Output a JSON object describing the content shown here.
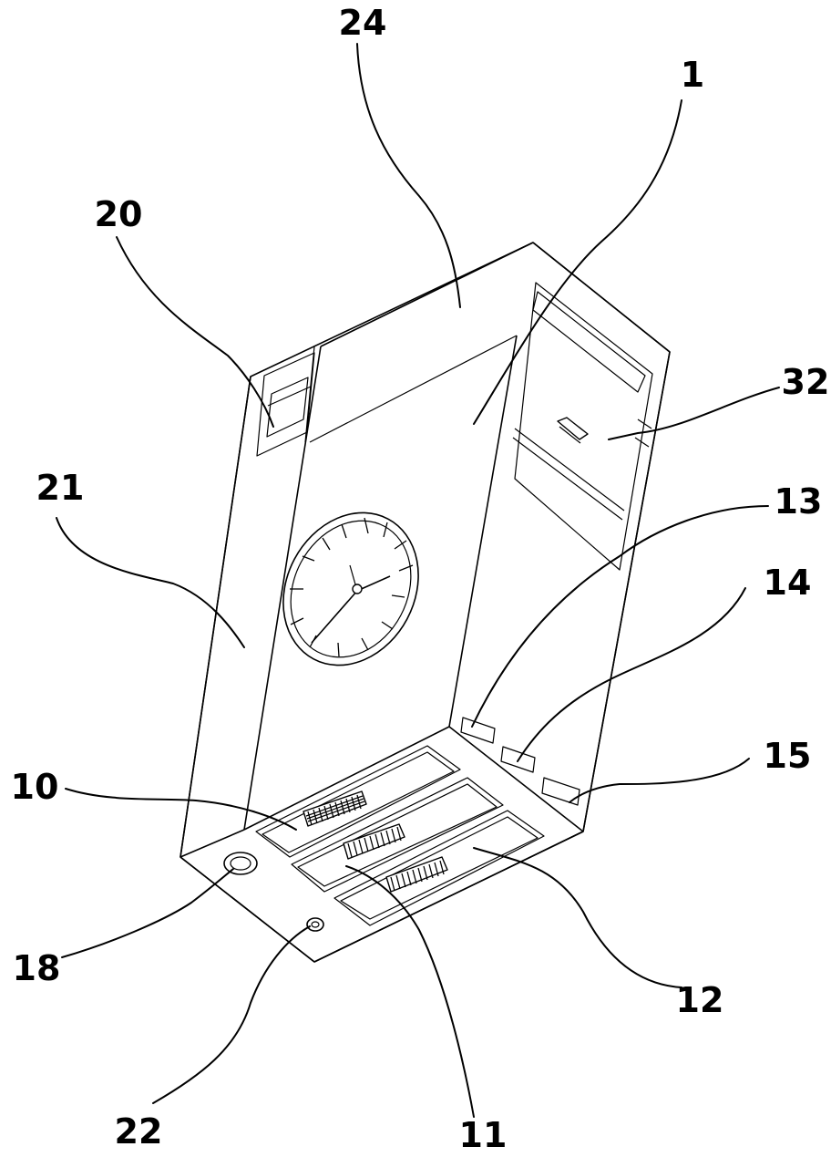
{
  "figure": {
    "labels": {
      "l24": "24",
      "l1": "1",
      "l20": "20",
      "l32": "32",
      "l21": "21",
      "l13": "13",
      "l14": "14",
      "l15": "15",
      "l10": "10",
      "l18": "18",
      "l12": "12",
      "l22": "22",
      "l11": "11"
    }
  }
}
